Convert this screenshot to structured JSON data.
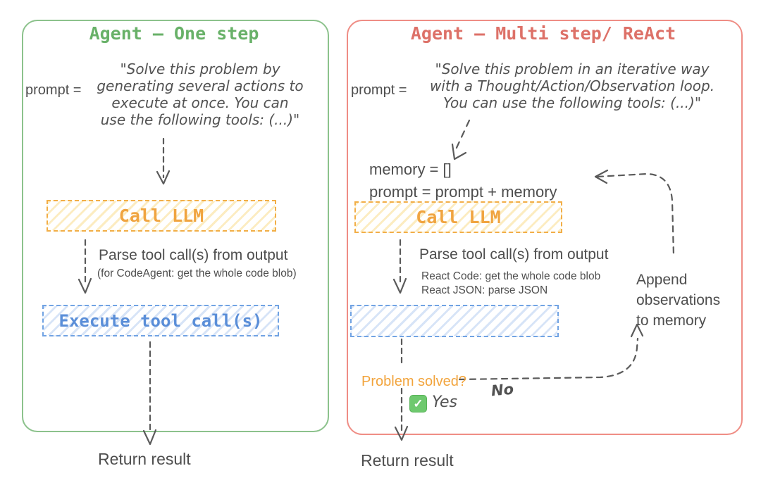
{
  "left_panel": {
    "title": "Agent – One step",
    "prompt_label": "prompt =",
    "prompt_lines": [
      "\"Solve this problem by",
      "generating several actions to",
      "execute at once. You can",
      "use the following tools: (...)\""
    ],
    "call_llm_label": "Call LLM",
    "parse_label": "Parse tool call(s) from output",
    "parse_note": "(for CodeAgent: get the whole code blob)",
    "execute_label": "Execute tool call(s)",
    "return_label": "Return result"
  },
  "right_panel": {
    "title": "Agent – Multi step/ ReAct",
    "prompt_label": "prompt =",
    "prompt_lines": [
      "\"Solve this problem in an iterative way",
      "with a Thought/Action/Observation loop.",
      "You can use the following tools: (...)\""
    ],
    "memory_init": "memory = []",
    "prompt_update": "prompt = prompt + memory",
    "call_llm_label": "Call LLM",
    "parse_label": "Parse tool call(s) from output",
    "parse_note_lines": [
      "React Code: get the whole code blob",
      "React JSON: parse JSON"
    ],
    "append_lines": [
      "Append",
      "observations",
      "to memory"
    ],
    "problem_solved_label": "Problem solved?",
    "yes_label": "Yes",
    "no_label": "No",
    "check_glyph": "✓",
    "return_label": "Return result"
  },
  "colors": {
    "panel_green": "#8cc28c",
    "panel_red": "#ef8d85",
    "title_green": "#68b168",
    "title_red": "#dd7168",
    "llm_orange": "#f0a440",
    "execute_blue": "#5a8ed8",
    "problem_orange": "#f2a43c",
    "arrow_gray": "#5a5a5a",
    "check_green": "#6ec96e"
  }
}
